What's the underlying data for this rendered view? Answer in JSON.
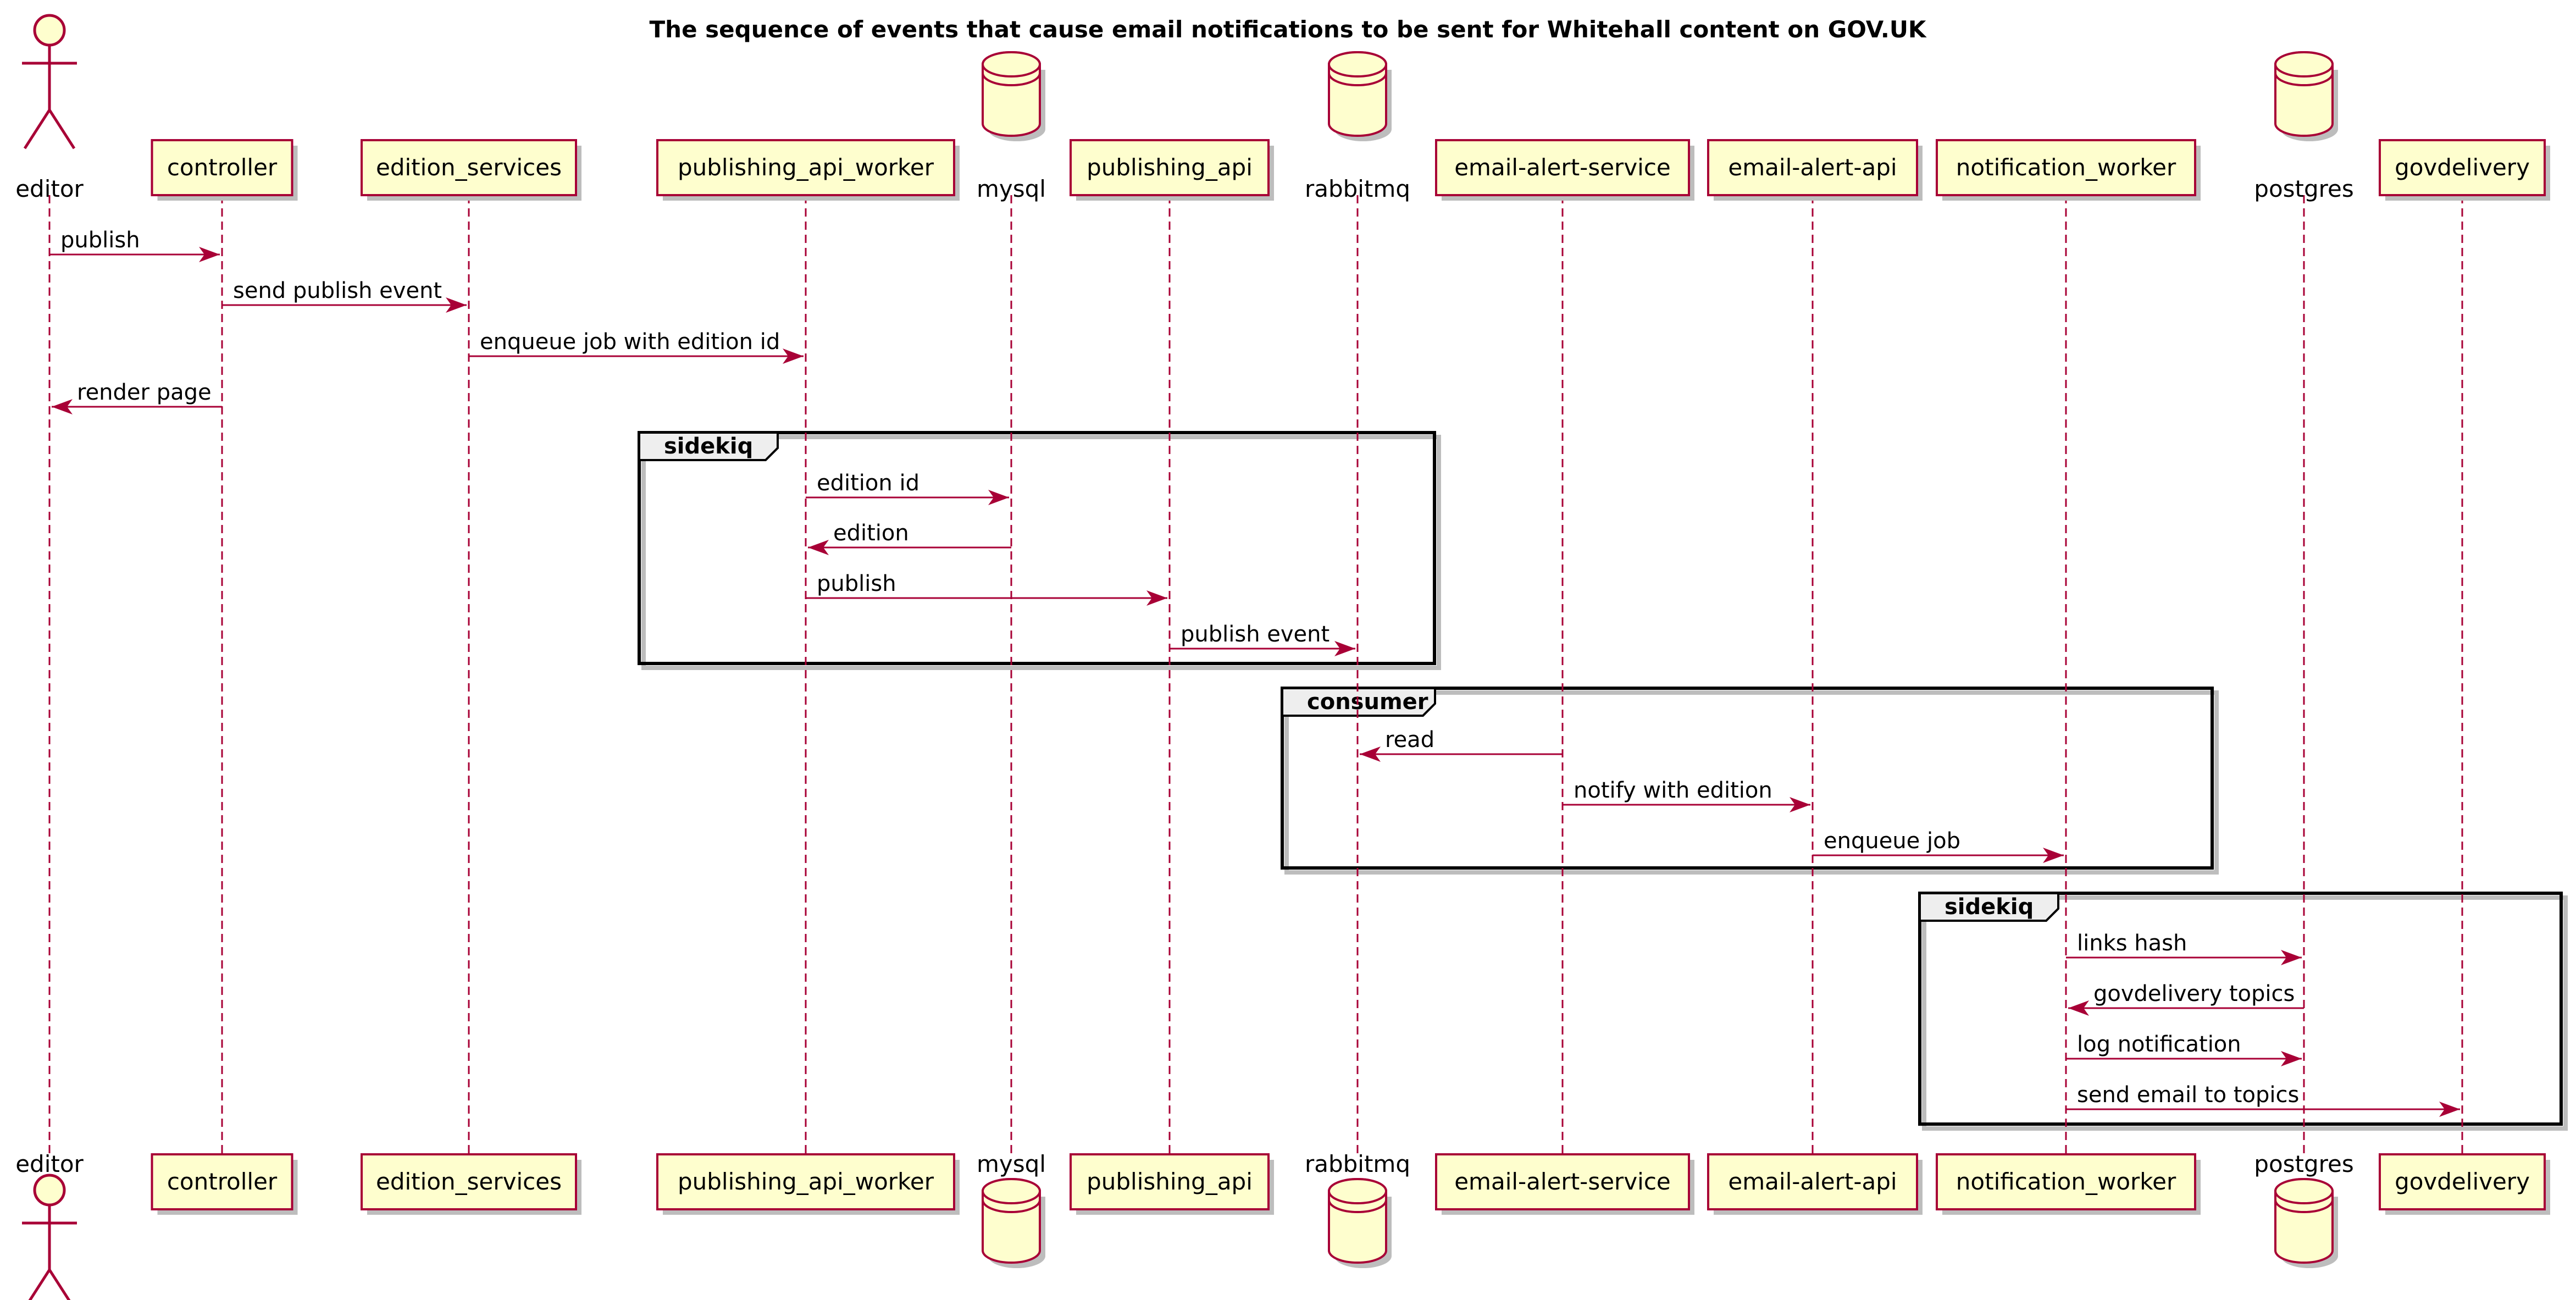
{
  "title": "The sequence of events that cause email notifications to be sent for Whitehall content on GOV.UK",
  "colors": {
    "participant_fill": "#FEFECE",
    "participant_border": "#A80036",
    "arrow": "#A80036",
    "frame_border": "#000000",
    "frame_tab": "#EEEEEE"
  },
  "participants": [
    {
      "id": "editor",
      "label": "editor",
      "kind": "actor"
    },
    {
      "id": "controller",
      "label": "controller",
      "kind": "participant"
    },
    {
      "id": "edition_services",
      "label": "edition_services",
      "kind": "participant"
    },
    {
      "id": "publishing_api_worker",
      "label": "publishing_api_worker",
      "kind": "participant"
    },
    {
      "id": "mysql",
      "label": "mysql",
      "kind": "database"
    },
    {
      "id": "publishing_api",
      "label": "publishing_api",
      "kind": "participant"
    },
    {
      "id": "rabbitmq",
      "label": "rabbitmq",
      "kind": "database"
    },
    {
      "id": "email_alert_service",
      "label": "email-alert-service",
      "kind": "participant"
    },
    {
      "id": "email_alert_api",
      "label": "email-alert-api",
      "kind": "participant"
    },
    {
      "id": "notification_worker",
      "label": "notification_worker",
      "kind": "participant"
    },
    {
      "id": "postgres",
      "label": "postgres",
      "kind": "database"
    },
    {
      "id": "govdelivery",
      "label": "govdelivery",
      "kind": "participant"
    }
  ],
  "messages": [
    {
      "from": "editor",
      "to": "controller",
      "label": "publish"
    },
    {
      "from": "controller",
      "to": "edition_services",
      "label": "send publish event"
    },
    {
      "from": "edition_services",
      "to": "publishing_api_worker",
      "label": "enqueue job with edition id"
    },
    {
      "from": "controller",
      "to": "editor",
      "label": "render page"
    },
    {
      "from": "publishing_api_worker",
      "to": "mysql",
      "label": "edition id"
    },
    {
      "from": "mysql",
      "to": "publishing_api_worker",
      "label": "edition"
    },
    {
      "from": "publishing_api_worker",
      "to": "publishing_api",
      "label": "publish"
    },
    {
      "from": "publishing_api",
      "to": "rabbitmq",
      "label": "publish event"
    },
    {
      "from": "email_alert_service",
      "to": "rabbitmq",
      "label": "read"
    },
    {
      "from": "email_alert_service",
      "to": "email_alert_api",
      "label": "notify with edition"
    },
    {
      "from": "email_alert_api",
      "to": "notification_worker",
      "label": "enqueue job"
    },
    {
      "from": "notification_worker",
      "to": "postgres",
      "label": "links hash"
    },
    {
      "from": "postgres",
      "to": "notification_worker",
      "label": "govdelivery topics"
    },
    {
      "from": "notification_worker",
      "to": "postgres",
      "label": "log notification"
    },
    {
      "from": "notification_worker",
      "to": "govdelivery",
      "label": "send email to topics"
    }
  ],
  "groups": [
    {
      "label": "sidekiq",
      "first_message": 4,
      "last_message": 7
    },
    {
      "label": "consumer",
      "first_message": 8,
      "last_message": 10
    },
    {
      "label": "sidekiq",
      "first_message": 11,
      "last_message": 14
    }
  ]
}
